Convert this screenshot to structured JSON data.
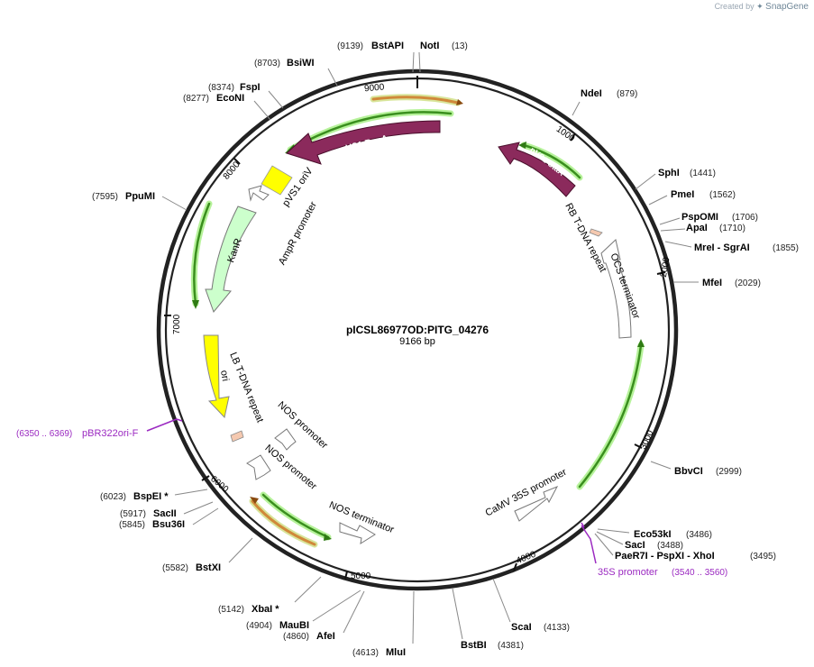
{
  "credit": {
    "prefix": "Created by",
    "brand": "SnapGene"
  },
  "plasmid": {
    "name": "pICSL86977OD:PITG_04276",
    "length_label": "9166 bp"
  },
  "colors": {
    "backbone": "#222222",
    "repA": "#8b2a5c",
    "ori": "#ffff00",
    "resistance": "#ccffcc",
    "terminator_promoter": "#ffffff",
    "orf": "#3a8f1e",
    "orf_glow": "#b6f29a",
    "orange_orf": "#e8a040",
    "repeat": "#f5c9b0",
    "primer": "#9b2ac1"
  },
  "tick_labels": [
    "1000",
    "2000",
    "3000",
    "4000",
    "5000",
    "6000",
    "7000",
    "8000",
    "9000"
  ],
  "sites": [
    {
      "id": "bstapi",
      "pos": "(9139)",
      "name": "BstAPI"
    },
    {
      "id": "noti",
      "pos": "(13)",
      "name": "NotI"
    },
    {
      "id": "bsiwi",
      "pos": "(8703)",
      "name": "BsiWI"
    },
    {
      "id": "fspi",
      "pos": "(8374)",
      "name": "FspI"
    },
    {
      "id": "econi",
      "pos": "(8277)",
      "name": "EcoNI"
    },
    {
      "id": "ppumi",
      "pos": "(7595)",
      "name": "PpuMI"
    },
    {
      "id": "ndei",
      "pos": "(879)",
      "name": "NdeI"
    },
    {
      "id": "sphi",
      "pos": "(1441)",
      "name": "SphI"
    },
    {
      "id": "pmei",
      "pos": "(1562)",
      "name": "PmeI"
    },
    {
      "id": "psppomi",
      "pos": "(1706)",
      "name": "PspOMI"
    },
    {
      "id": "apai",
      "pos": "(1710)",
      "name": "ApaI"
    },
    {
      "id": "mrei",
      "pos": "(1855)",
      "name": "MreI - SgrAI"
    },
    {
      "id": "mfei",
      "pos": "(2029)",
      "name": "MfeI"
    },
    {
      "id": "bbvci",
      "pos": "(2999)",
      "name": "BbvCI"
    },
    {
      "id": "eco53ki",
      "pos": "(3486)",
      "name": "Eco53kI"
    },
    {
      "id": "saci",
      "pos": "(3488)",
      "name": "SacI"
    },
    {
      "id": "paer7i",
      "pos": "(3495)",
      "name": "PaeR7I - PspXI - XhoI"
    },
    {
      "id": "scai",
      "pos": "(4133)",
      "name": "ScaI"
    },
    {
      "id": "bstbi",
      "pos": "(4381)",
      "name": "BstBI"
    },
    {
      "id": "mlui",
      "pos": "(4613)",
      "name": "MluI"
    },
    {
      "id": "afei",
      "pos": "(4860)",
      "name": "AfeI"
    },
    {
      "id": "maubi",
      "pos": "(4904)",
      "name": "MauBI"
    },
    {
      "id": "xbai",
      "pos": "(5142)",
      "name": "XbaI *"
    },
    {
      "id": "bstxi",
      "pos": "(5582)",
      "name": "BstXI"
    },
    {
      "id": "bsu36i",
      "pos": "(5845)",
      "name": "Bsu36I"
    },
    {
      "id": "sacii",
      "pos": "(5917)",
      "name": "SacII"
    },
    {
      "id": "bspei",
      "pos": "(6023)",
      "name": "BspEI *"
    }
  ],
  "primers": [
    {
      "id": "pbr322",
      "pos": "(6350 .. 6369)",
      "name": "pBR322ori-F"
    },
    {
      "id": "p35s",
      "pos": "(3540 .. 3560)",
      "name": "35S promoter"
    }
  ],
  "features": {
    "pvs1_repa": "pVS1 RepA",
    "pvs1_sta": "pVS1 StaA",
    "pvs1_oriv": "pVS1 oriV",
    "ampr_promoter": "AmpR promoter",
    "kanr": "KanR",
    "rb_repeat": "RB T-DNA repeat",
    "ocs_terminator": "OCS terminator",
    "ori": "ori",
    "lb_repeat": "LB T-DNA repeat",
    "nos_promoter_1": "NOS promoter",
    "nos_promoter_2": "NOS promoter",
    "nos_terminator": "NOS terminator",
    "camv_35s_promoter": "CaMV 35S promoter"
  }
}
